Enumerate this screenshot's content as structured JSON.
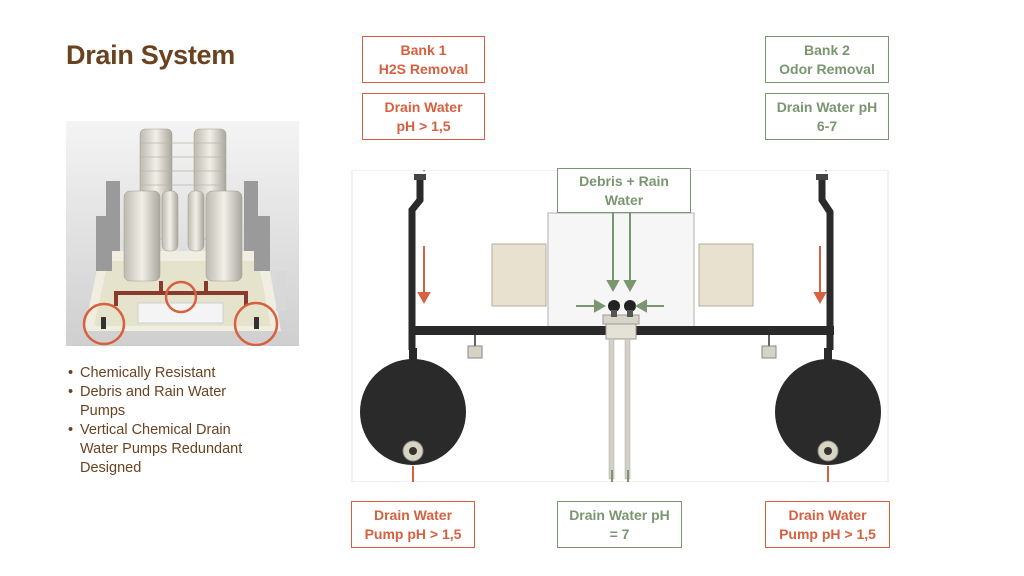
{
  "title": "Drain System",
  "bullets": [
    "Chemically Resistant",
    "Debris and Rain Water Pumps",
    "Vertical Chemical Drain Water Pumps Redundant Designed"
  ],
  "labels": {
    "bank1": [
      "Bank 1",
      "H2S Removal"
    ],
    "bank1_drain": [
      "Drain Water",
      "pH > 1,5"
    ],
    "bank2": [
      "Bank 2",
      "Odor Removal"
    ],
    "bank2_drain": [
      "Drain Water pH",
      "6-7"
    ],
    "debris": [
      "Debris + Rain",
      "Water"
    ],
    "pump_left": [
      "Drain Water",
      "Pump pH > 1,5"
    ],
    "outlet_center": [
      "Drain Water pH",
      "= 7"
    ],
    "pump_right": [
      "Drain Water",
      "Pump pH > 1,5"
    ]
  },
  "colors": {
    "title": "#6b4220",
    "red": "#d7603f",
    "green": "#7a9670",
    "tank": "#2a2a2a"
  },
  "icons": [
    "flow-arrow-icon",
    "highlight-circle-icon"
  ]
}
